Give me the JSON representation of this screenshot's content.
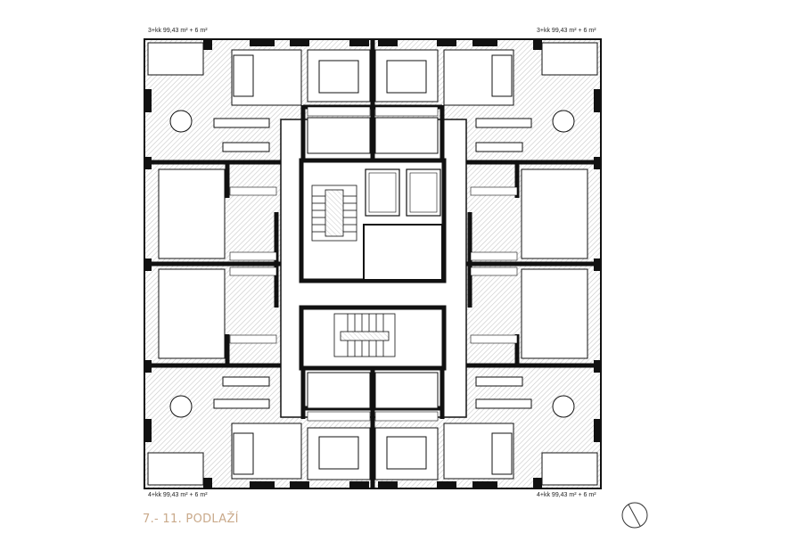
{
  "plan": {
    "apartments": [
      {
        "key": "top_left",
        "label": "3+kk 99,43 m² + 6 m²"
      },
      {
        "key": "top_right",
        "label": "3+kk 99,43 m² + 6 m²"
      },
      {
        "key": "bottom_left",
        "label": "4+kk 99,43 m² + 6 m²"
      },
      {
        "key": "bottom_right",
        "label": "4+kk 99,43 m² + 6 m²"
      }
    ],
    "floor_title": "7.- 11. PODLAŽÍ",
    "colors": {
      "wall": "#111111",
      "hatch": "#c8c8c8",
      "title": "#c9a98a"
    },
    "icons": {
      "north_arrow": "north-arrow-icon"
    }
  }
}
